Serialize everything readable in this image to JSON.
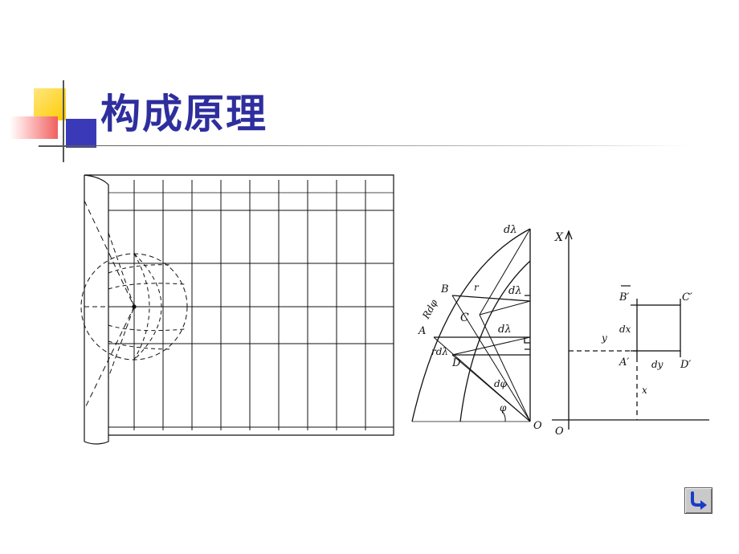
{
  "slide": {
    "title": "构成原理"
  },
  "sector_diagram": {
    "labels": {
      "dlambda_top": "dλ",
      "B": "B",
      "r": "r",
      "dlambda_mid": "dλ",
      "Rdphi": "Rdφ",
      "C": "C",
      "A": "A",
      "dlambda_low": "dλ",
      "rdlambda": "rdλ",
      "D": "D",
      "dphi": "dφ",
      "phi": "φ",
      "O": "O"
    }
  },
  "plane_diagram": {
    "labels": {
      "X": "X",
      "B_prime": "B′",
      "C_prime": "C′",
      "dx": "dx",
      "y": "y",
      "A_prime": "A′",
      "dy": "dy",
      "D_prime": "D′",
      "x": "x",
      "O": "O"
    }
  },
  "colors": {
    "title": "#2e2e9e",
    "deco_yellow": "#ffd200",
    "deco_blue": "#3a3ab8",
    "deco_red": "#f07070",
    "nav_arrow": "#1a3cc8"
  },
  "nav": {
    "icon": "return-arrow-icon"
  }
}
